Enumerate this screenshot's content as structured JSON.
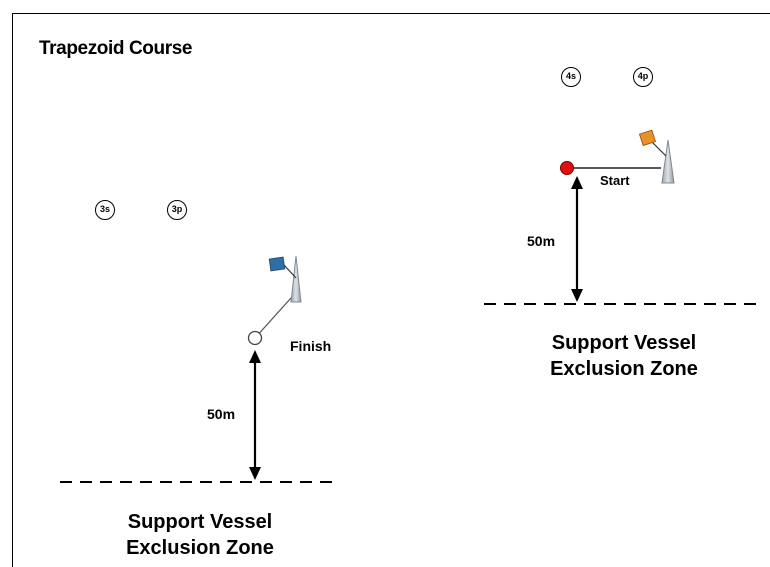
{
  "title": "Trapezoid Course",
  "buoys": {
    "b3s": "3s",
    "b3p": "3p",
    "b4s": "4s",
    "b4p": "4p"
  },
  "finish": {
    "label": "Finish",
    "flag_color": "#2f6fa8",
    "mark_color": "#ffffff"
  },
  "start": {
    "label": "Start",
    "flag_color": "#e8902a",
    "mark_color": "#e01010"
  },
  "distances": {
    "left": "50m",
    "right": "50m"
  },
  "zones": {
    "left": {
      "line1": "Support Vessel",
      "line2": "Exclusion Zone"
    },
    "right": {
      "line1": "Support Vessel",
      "line2": "Exclusion Zone"
    }
  }
}
